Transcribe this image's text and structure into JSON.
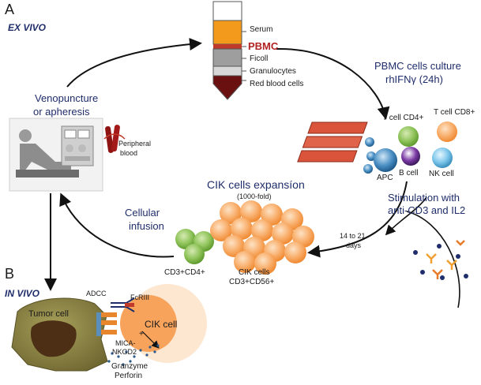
{
  "panel_a": {
    "letter": "A",
    "label": "EX VIVO"
  },
  "panel_b": {
    "letter": "B",
    "label": "IN VIVO"
  },
  "tube": {
    "layers": [
      "Serum",
      "PBMC",
      "Ficoll",
      "Granulocytes",
      "Red blood cells"
    ],
    "colors": {
      "serum": "#f39a1c",
      "pbmc": "#c0392b",
      "ficoll": "#9e9e9e",
      "granulocytes": "#d8d8d8",
      "rbc": "#6b1010"
    }
  },
  "culture": {
    "line1": "PBMC cells culture",
    "line2": "rhIFNγ (24h)"
  },
  "cells_top": {
    "cd4": "T cell CD4+",
    "cd8": "T cell CD8+",
    "apc": "APC",
    "b": "B cell",
    "nk": "NK cell"
  },
  "stimulation": {
    "line1": "Stimulation with",
    "line2": "anti-CD3 and IL2"
  },
  "timing": {
    "line1": "14 to 21",
    "line2": "days"
  },
  "expansion": {
    "title": "CIK cells expansíon",
    "fold": "(1000-fold)"
  },
  "cik": {
    "line1": "CIK cells",
    "line2": "CD3+CD56+"
  },
  "cd3cd4": "CD3+CD4+",
  "infusion": {
    "line1": "Cellular",
    "line2": "infusion"
  },
  "veno": {
    "line1": "Venopuncture",
    "line2": "or apheresis"
  },
  "blood": {
    "line1": "Peripheral",
    "line2": "blood"
  },
  "in_vivo": {
    "adcc": "ADCC",
    "fcriii": "FcRIII",
    "tumor": "Tumor cell",
    "cik_cell": "CIK cell",
    "mica": "MICA-",
    "nkgd2": "NKGD2",
    "granzyme": "Granzyme",
    "perforin": "Perforin",
    "plus": "+"
  },
  "colors": {
    "navy": "#1f2d6b",
    "orange": "#f7a35c",
    "green": "#7ab648",
    "arrow": "#111111"
  }
}
